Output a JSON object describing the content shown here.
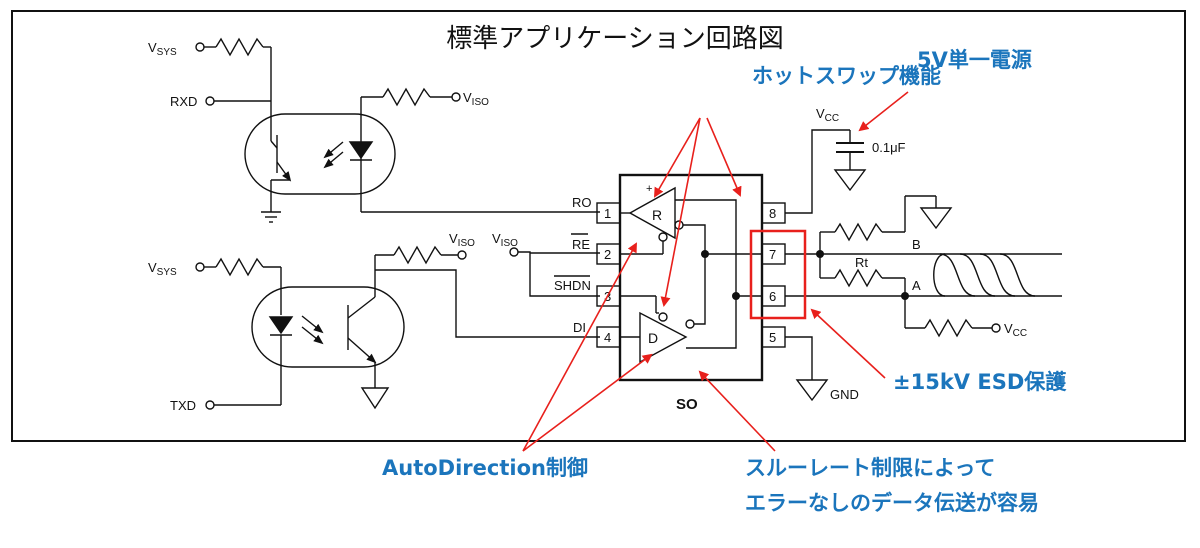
{
  "title": "標準アプリケーション回路図",
  "callouts": {
    "hotswap": "ホットスワップ機能",
    "supply": "5V単一電源",
    "esd": "±15kV ESD保護",
    "autodir": "AutoDirection制御",
    "slew_line1": "スルーレート制限によって",
    "slew_line2": "エラーなしのデータ伝送が容易"
  },
  "schematic": {
    "vsys": "V",
    "vsys_sub": "SYS",
    "viso": "V",
    "viso_sub": "ISO",
    "vcc": "V",
    "vcc_sub": "CC",
    "rxd": "RXD",
    "txd": "TXD",
    "capacitor": "0.1μF",
    "gnd": "GND",
    "package": "SO",
    "rt": "Rt",
    "bus_b": "B",
    "bus_a": "A",
    "receiver": "R",
    "driver": "D",
    "plus": "+",
    "pins": {
      "ro": "RO",
      "re": "RE",
      "shdn": "SHDN",
      "di": "DI",
      "p1": "1",
      "p2": "2",
      "p3": "3",
      "p4": "4",
      "p5": "5",
      "p6": "6",
      "p7": "7",
      "p8": "8"
    }
  },
  "colors": {
    "callout_text": "#1b75bc",
    "arrow": "#e8201c",
    "line": "#111111"
  }
}
